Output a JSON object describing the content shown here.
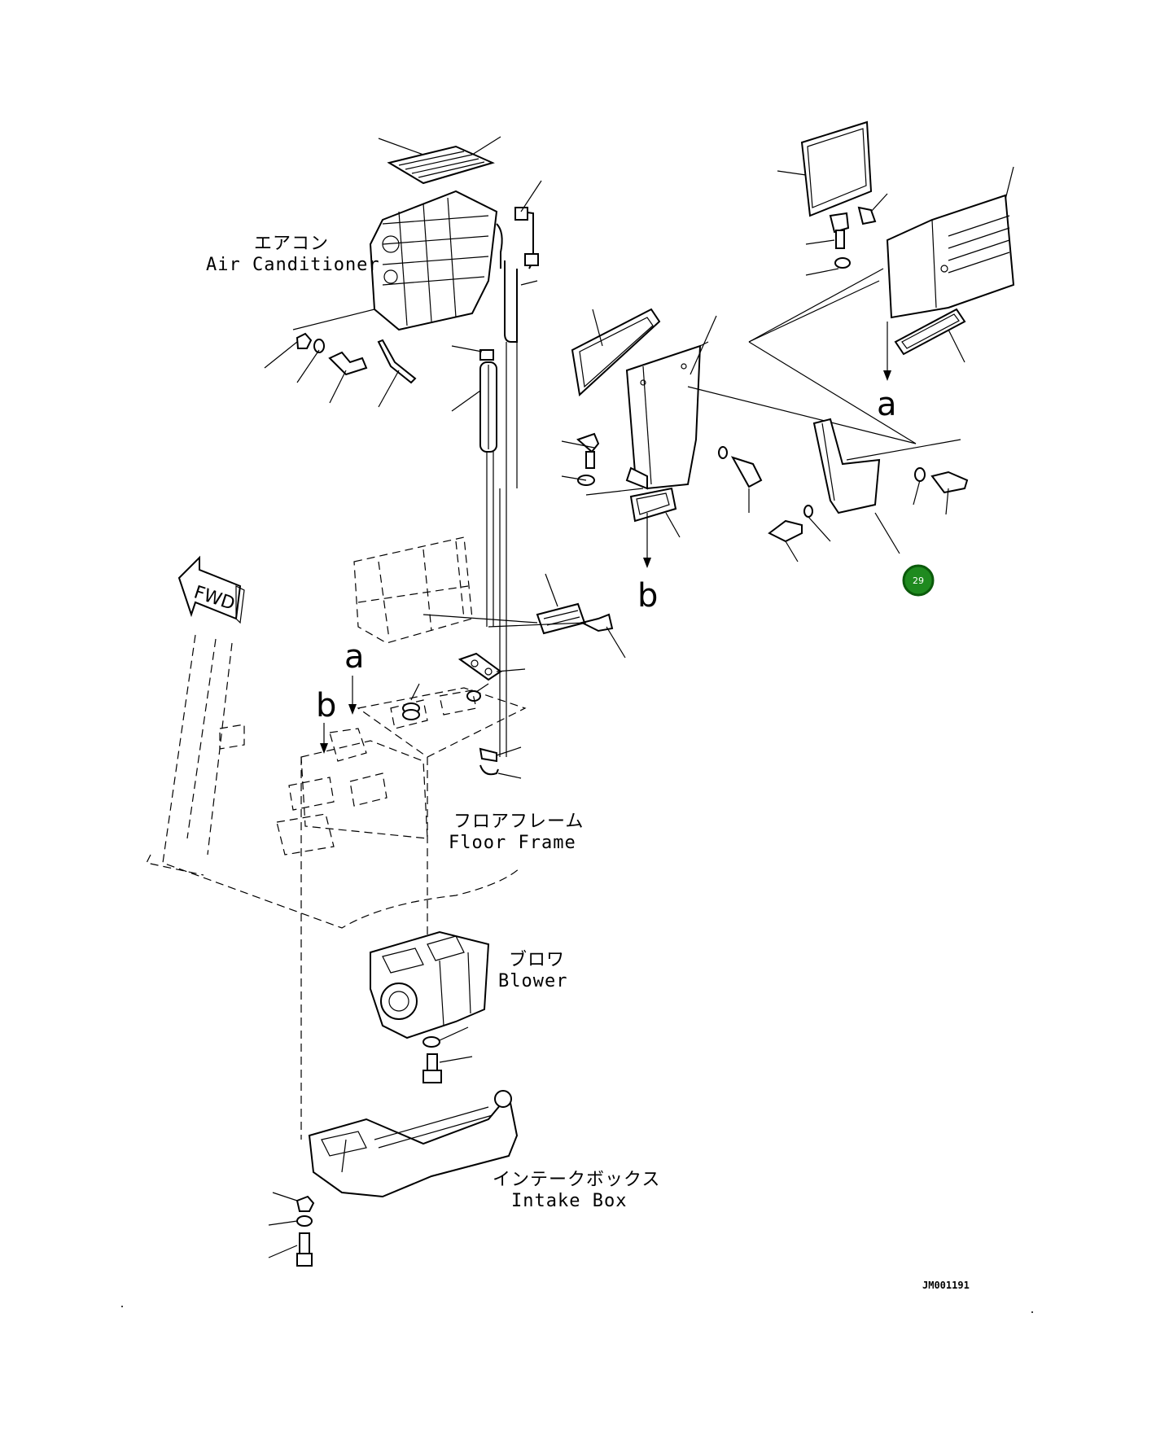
{
  "labels": {
    "air_conditioner_jp": "エアコン",
    "air_conditioner_en": "Air Canditioner",
    "floor_frame_jp": "フロアフレーム",
    "floor_frame_en": "Floor Frame",
    "blower_jp": "ブロワ",
    "blower_en": "Blower",
    "intake_box_jp": "インテークボックス",
    "intake_box_en": "Intake Box",
    "fwd": "FWD"
  },
  "references": {
    "a": "a",
    "b": "b"
  },
  "highlight": {
    "number": "29",
    "color": "#1f8a1f"
  },
  "drawing_id": "JM001191"
}
